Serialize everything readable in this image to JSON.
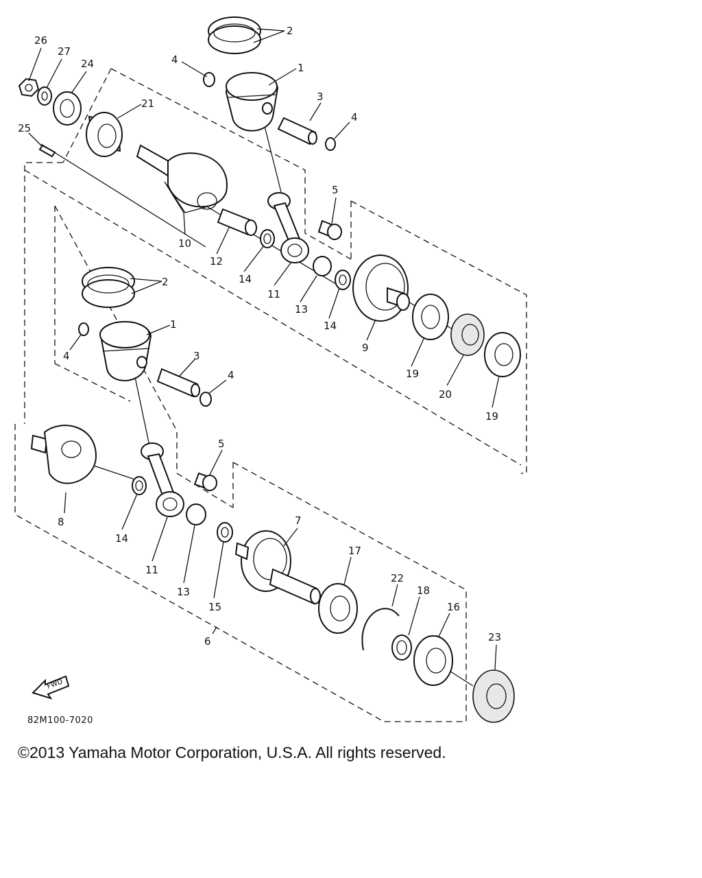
{
  "diagram": {
    "code": "82M100-7020",
    "fwd_label": "FWD",
    "copyright": "©2013 Yamaha Motor Corporation, U.S.A. All rights reserved."
  },
  "callouts": [
    "2",
    "4",
    "1",
    "3",
    "4",
    "26",
    "27",
    "24",
    "21",
    "25",
    "5",
    "10",
    "12",
    "14",
    "11",
    "13",
    "14",
    "9",
    "19",
    "20",
    "19",
    "2",
    "1",
    "4",
    "3",
    "4",
    "5",
    "8",
    "14",
    "11",
    "13",
    "15",
    "7",
    "17",
    "22",
    "18",
    "16",
    "23",
    "6"
  ]
}
